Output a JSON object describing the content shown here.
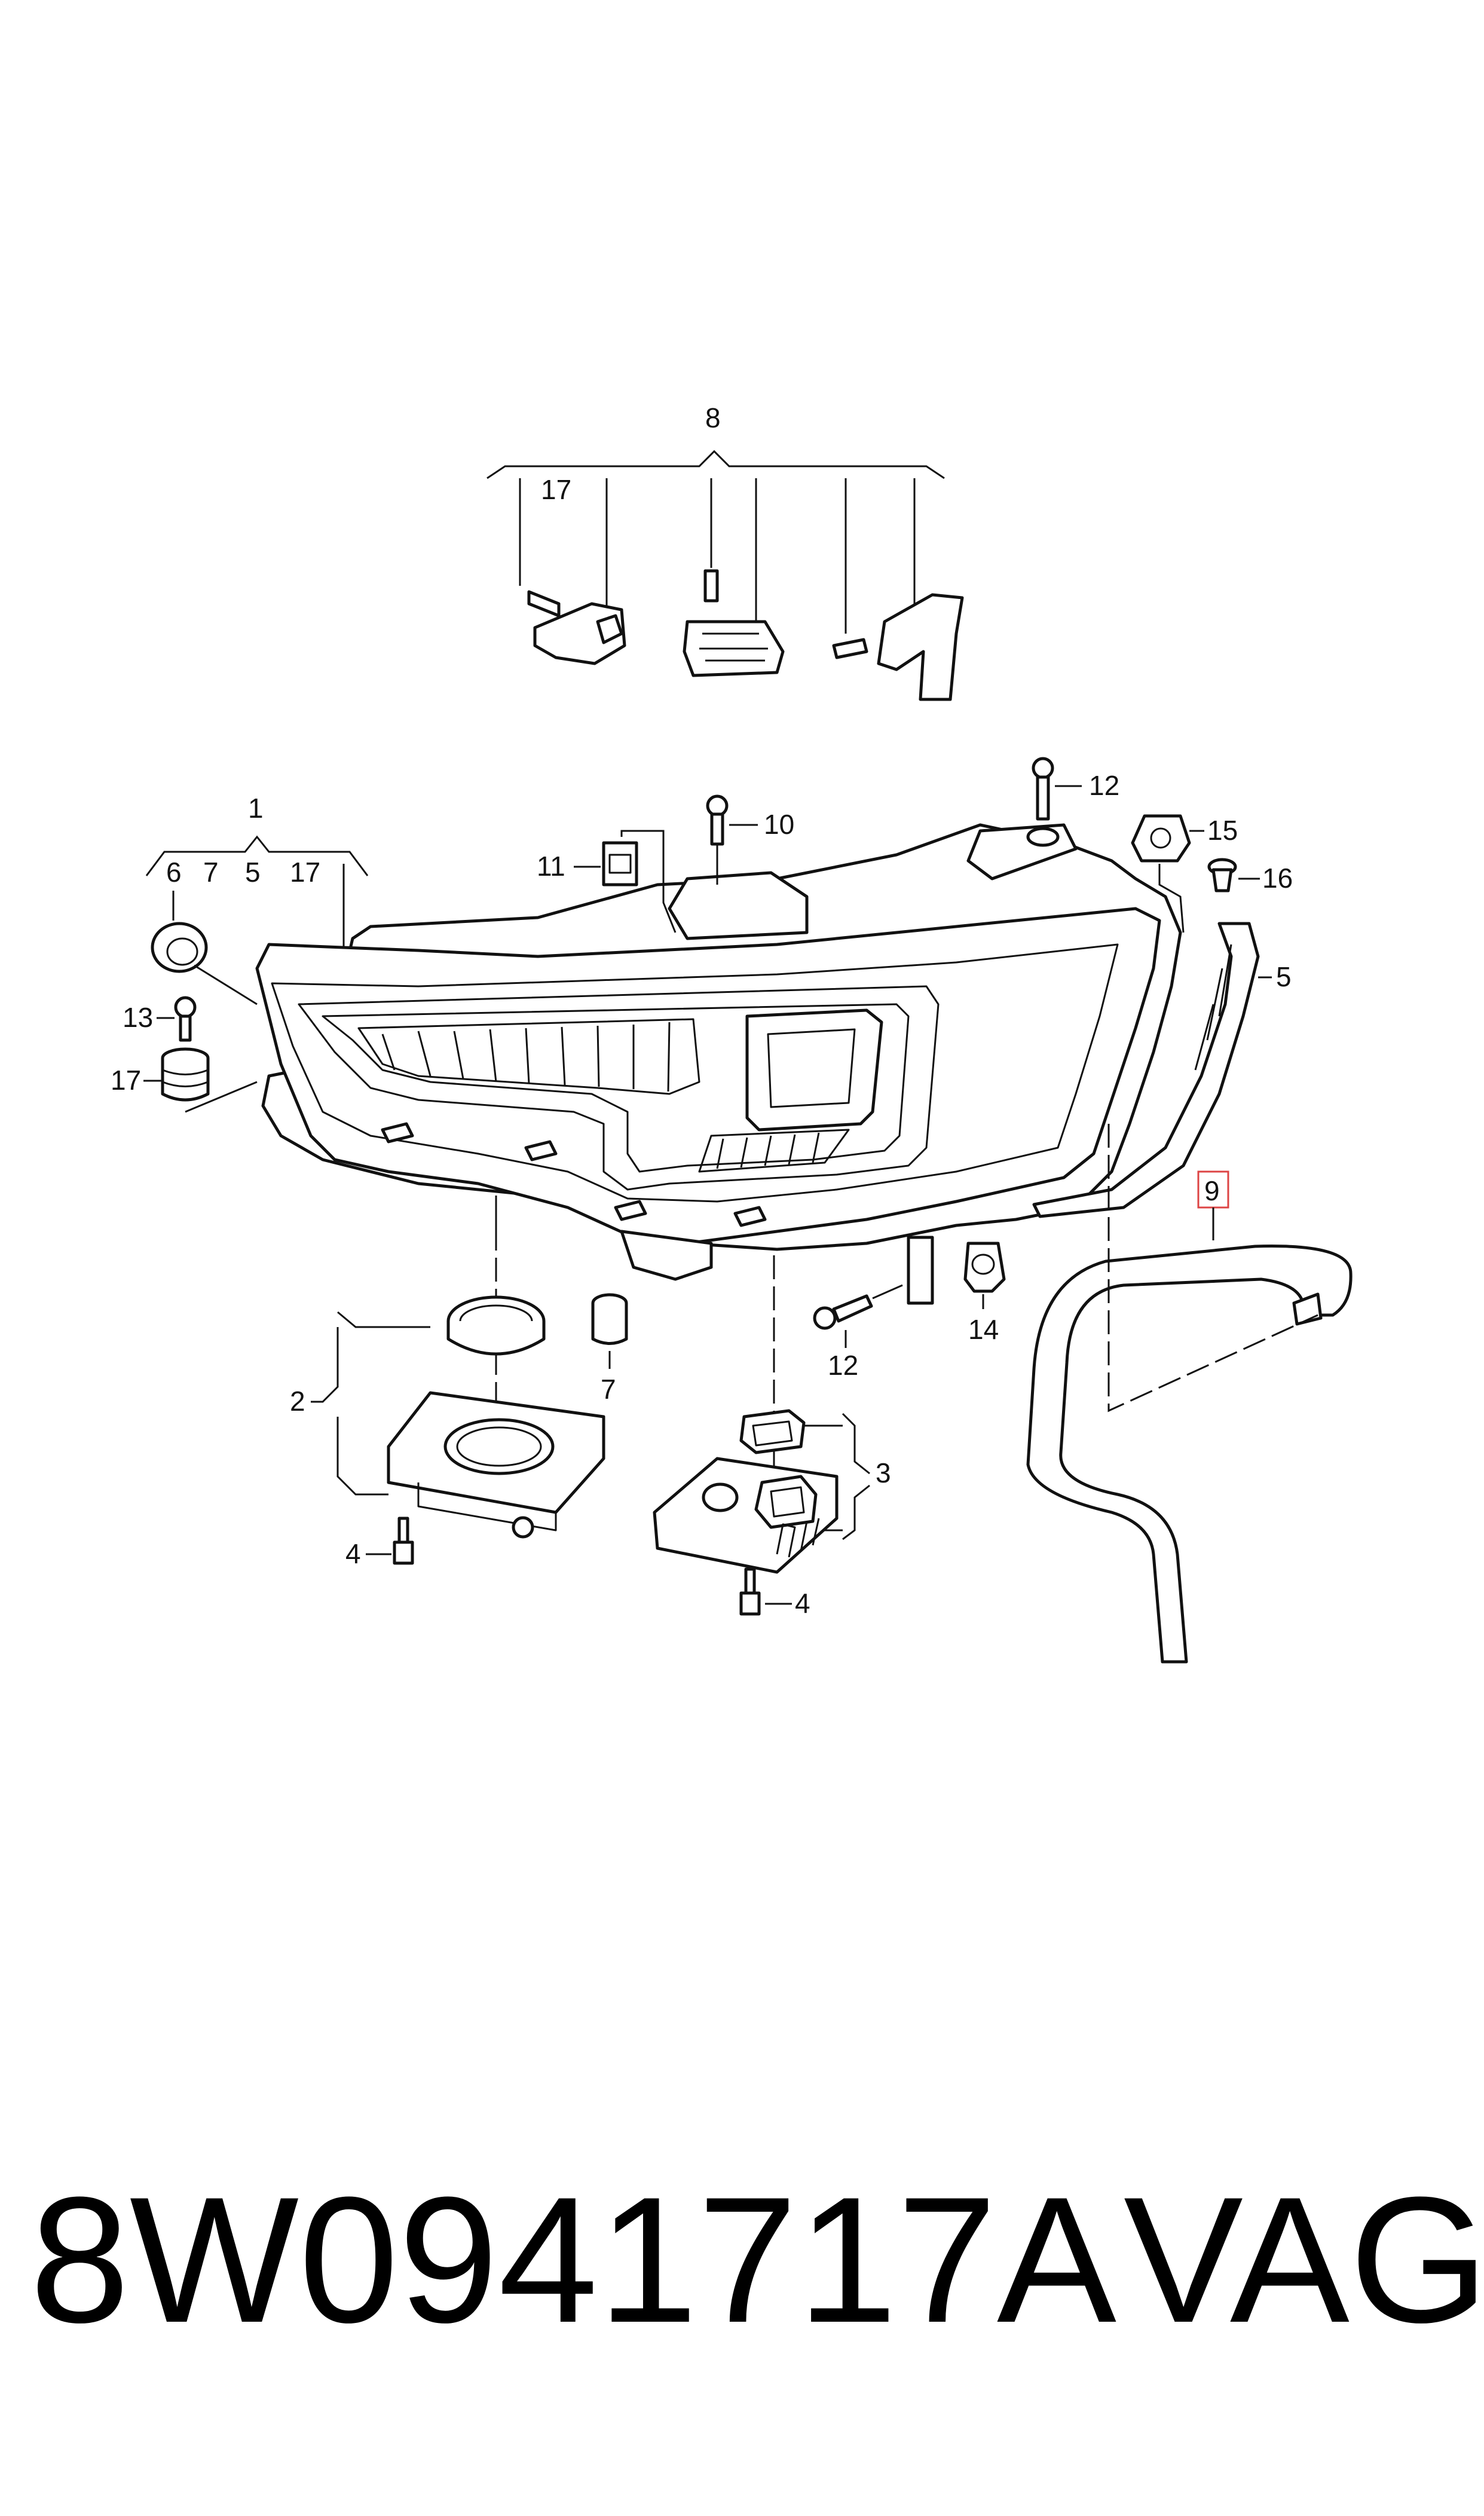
{
  "labels": {
    "l1": "1",
    "l2": "2",
    "l3": "3",
    "l4a": "4",
    "l4b": "4",
    "l5a": "5",
    "l5b": "5",
    "l6": "6",
    "l7a": "7",
    "l7b": "7",
    "l8": "8",
    "l9": "9",
    "l10": "10",
    "l11": "11",
    "l12a": "12",
    "l12b": "12",
    "l13": "13",
    "l14": "14",
    "l15": "15",
    "l16": "16",
    "l17a": "17",
    "l17b": "17",
    "l17c": "17"
  },
  "footer": {
    "part_number": "8W0941717A",
    "brand": "VAG"
  },
  "colors": {
    "line": "#111111",
    "highlight_box": "#dd4444"
  }
}
